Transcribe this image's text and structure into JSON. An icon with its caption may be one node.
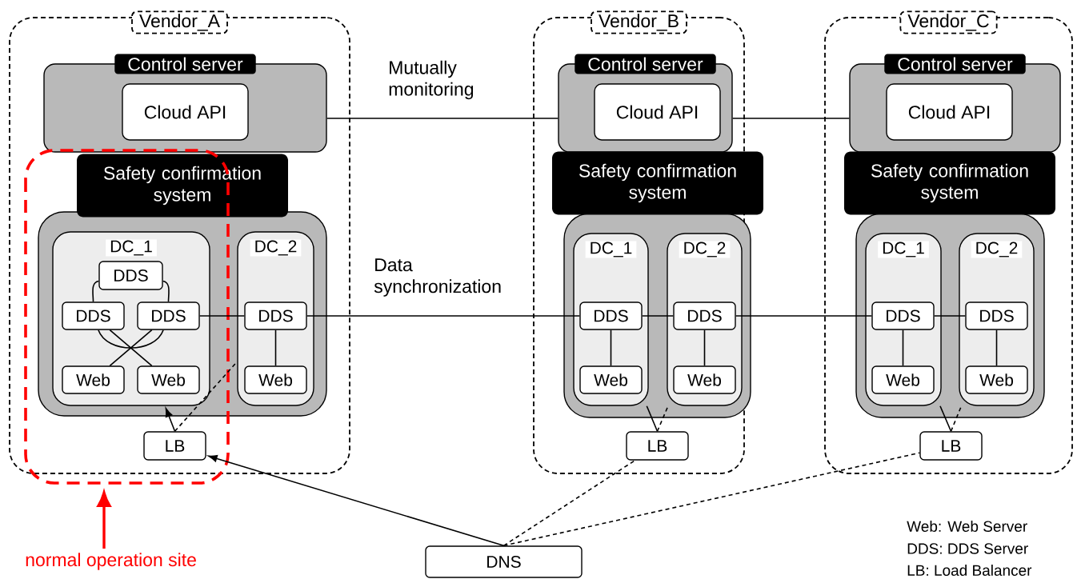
{
  "diagram": {
    "nodes": [
      {
        "text": [
          "Vendor_A"
        ]
      },
      {
        "text": [
          "Control server"
        ],
        "in": 0
      },
      {
        "text": [
          "Cloud API"
        ],
        "in": 1
      },
      {
        "text": [
          "Safety confirmation system"
        ],
        "in": 0
      },
      {
        "text": [
          "DC_1"
        ],
        "in": 3
      },
      {
        "text": [
          "DDS"
        ],
        "in": 4
      },
      {
        "text": [
          "DDS"
        ],
        "in": 4
      },
      {
        "text": [
          "DDS"
        ],
        "in": 4
      },
      {
        "text": [
          "Web"
        ],
        "in": 4
      },
      {
        "text": [
          "Web"
        ],
        "in": 4
      },
      {
        "text": [
          "DC_2"
        ],
        "in": 3
      },
      {
        "text": [
          "DDS"
        ],
        "in": 10
      },
      {
        "text": [
          "Web"
        ],
        "in": 10
      },
      {
        "text": [
          "LB"
        ],
        "in": 0
      },
      {
        "text": [
          "Vendor_B"
        ]
      },
      {
        "text": [
          "Control server"
        ],
        "in": 14
      },
      {
        "text": [
          "Cloud API"
        ],
        "in": 15
      },
      {
        "text": [
          "Safety confirmation system"
        ],
        "in": 14
      },
      {
        "text": [
          "DC_1"
        ],
        "in": 17
      },
      {
        "text": [
          "DDS"
        ],
        "in": 18
      },
      {
        "text": [
          "Web"
        ],
        "in": 18
      },
      {
        "text": [
          "DC_2"
        ],
        "in": 17
      },
      {
        "text": [
          "DDS"
        ],
        "in": 21
      },
      {
        "text": [
          "Web"
        ],
        "in": 21
      },
      {
        "text": [
          "LB"
        ],
        "in": 14
      },
      {
        "text": [
          "Vendor_C"
        ]
      },
      {
        "text": [
          "Control server"
        ],
        "in": 25
      },
      {
        "text": [
          "Cloud API"
        ],
        "in": 26
      },
      {
        "text": [
          "Safety confirmation system"
        ],
        "in": 25
      },
      {
        "text": [
          "DC_1"
        ],
        "in": 28
      },
      {
        "text": [
          "DDS"
        ],
        "in": 29
      },
      {
        "text": [
          "Web"
        ],
        "in": 29
      },
      {
        "text": [
          "DC_2"
        ],
        "in": 28
      },
      {
        "text": [
          "DDS"
        ],
        "in": 32
      },
      {
        "text": [
          "Web"
        ],
        "in": 32
      },
      {
        "text": [
          "LB"
        ],
        "in": 25
      },
      {
        "text": [
          "DNS"
        ]
      }
    ],
    "edges": [
      {
        "from": 1,
        "to": 15,
        "arrow": "none",
        "label": "Mutually monitoring"
      },
      {
        "from": 15,
        "to": 26,
        "arrow": "none"
      },
      {
        "from": 5,
        "to": 6,
        "arrow": "none"
      },
      {
        "from": 5,
        "to": 7,
        "arrow": "none"
      },
      {
        "from": 6,
        "to": 7,
        "arrow": "none"
      },
      {
        "from": 8,
        "to": 7,
        "arrow": "none"
      },
      {
        "from": 9,
        "to": 6,
        "arrow": "none"
      },
      {
        "from": 7,
        "to": 11,
        "arrow": "none"
      },
      {
        "from": 11,
        "to": 12,
        "arrow": "none"
      },
      {
        "from": 11,
        "to": 19,
        "arrow": "none",
        "label": "Data synchronization"
      },
      {
        "from": 19,
        "to": 22,
        "arrow": "none"
      },
      {
        "from": 19,
        "to": 20,
        "arrow": "none"
      },
      {
        "from": 22,
        "to": 23,
        "arrow": "none"
      },
      {
        "from": 22,
        "to": 30,
        "arrow": "none"
      },
      {
        "from": 30,
        "to": 33,
        "arrow": "none"
      },
      {
        "from": 30,
        "to": 31,
        "arrow": "none"
      },
      {
        "from": 33,
        "to": 34,
        "arrow": "none"
      },
      {
        "from": 13,
        "to": 4,
        "arrow": "to"
      },
      {
        "from": 13,
        "to": 10,
        "arrow": "none",
        "style": "dashed"
      },
      {
        "from": 24,
        "to": 18,
        "arrow": "none"
      },
      {
        "from": 24,
        "to": 21,
        "arrow": "none",
        "style": "dashed"
      },
      {
        "from": 35,
        "to": 29,
        "arrow": "none"
      },
      {
        "from": 35,
        "to": 32,
        "arrow": "none",
        "style": "dashed"
      },
      {
        "from": 36,
        "to": 13,
        "arrow": "to"
      },
      {
        "from": 36,
        "to": 24,
        "arrow": "none",
        "style": "dashed"
      },
      {
        "from": 36,
        "to": 35,
        "arrow": "none",
        "style": "dashed"
      }
    ],
    "labels": [
      "normal operation site",
      "Web: Web Server",
      "DDS: DDS Server",
      "LB: Load Balancer"
    ]
  }
}
